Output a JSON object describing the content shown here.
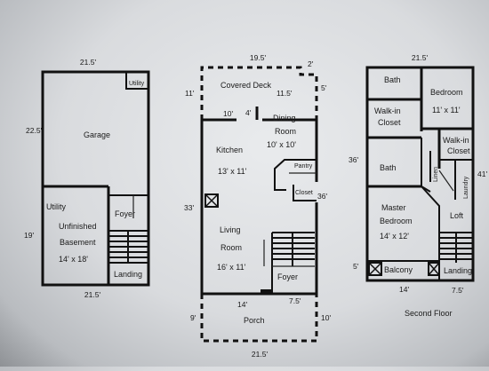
{
  "floor1": {
    "dim_top": "21.5'",
    "dim_left": "22.5'",
    "dim_left_low": "19'",
    "dim_bottom": "21.5'",
    "rooms": {
      "utility_small": "Utility",
      "garage": "Garage",
      "utility": "Utility",
      "unfinished": "Unfinished",
      "basement": "Basement",
      "basement_size": "14' x 18'",
      "foyer": "Foyer",
      "landing": "Landing"
    }
  },
  "floor2": {
    "dim_top": "19.5'",
    "dim_top_right": "2'",
    "dim_left_top": "11'",
    "dim_deck_right": "11.5'",
    "dim_right_top": "5'",
    "dim_10": "10'",
    "dim_4": "4'",
    "dim_left_mid": "33'",
    "dim_right_mid": "36'",
    "dim_14": "14'",
    "dim_75": "7.5'",
    "dim_porch_left": "9'",
    "dim_porch_right": "10'",
    "dim_bottom": "21.5'",
    "rooms": {
      "covered_deck": "Covered Deck",
      "dining": "Dining",
      "dining_room": "Room",
      "dining_size": "10' x 10'",
      "kitchen": "Kitchen",
      "kitchen_size": "13' x 11'",
      "pantry": "Pantry",
      "closet": "Closet",
      "living": "Living",
      "living_room": "Room",
      "living_size": "16' x 11'",
      "foyer": "Foyer",
      "porch": "Porch"
    }
  },
  "floor3": {
    "dim_top": "21.5'",
    "dim_left": "36'",
    "dim_right": "41'",
    "dim_balcony_left": "5'",
    "dim_14": "14'",
    "dim_75": "7.5'",
    "caption": "Second Floor",
    "rooms": {
      "bath_top": "Bath",
      "bedroom": "Bedroom",
      "bedroom_size": "11' x 11'",
      "walkin1": "Walk-in",
      "closet1": "Closet",
      "walkin2": "Walk-in",
      "closet2": "Closet",
      "bath": "Bath",
      "linen": "Linen",
      "laundry": "Laundry",
      "master": "Master",
      "master_bedroom": "Bedroom",
      "master_size": "14' x 12'",
      "loft": "Loft",
      "balcony": "Balcony",
      "landing": "Landing"
    }
  }
}
